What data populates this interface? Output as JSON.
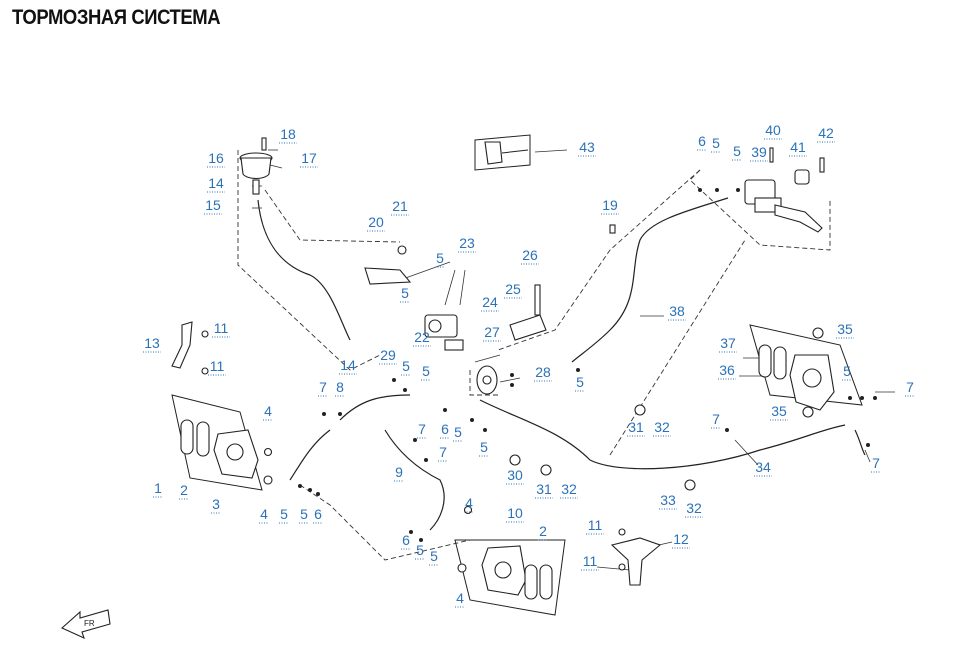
{
  "title": "ТОРМОЗНАЯ СИСТЕМА",
  "callouts": [
    "1",
    "2",
    "2",
    "3",
    "4",
    "4",
    "4",
    "4",
    "5",
    "5",
    "5",
    "5",
    "5",
    "5",
    "5",
    "5",
    "5",
    "5",
    "5",
    "5",
    "5",
    "5",
    "6",
    "6",
    "6",
    "6",
    "7",
    "7",
    "7",
    "7",
    "7",
    "7",
    "8",
    "9",
    "10",
    "11",
    "11",
    "11",
    "11",
    "12",
    "13",
    "14",
    "14",
    "15",
    "16",
    "17",
    "18",
    "19",
    "20",
    "21",
    "22",
    "23",
    "24",
    "25",
    "26",
    "27",
    "28",
    "29",
    "30",
    "31",
    "31",
    "32",
    "32",
    "32",
    "33",
    "34",
    "35",
    "35",
    "36",
    "37",
    "38",
    "39",
    "40",
    "41",
    "42",
    "43"
  ]
}
